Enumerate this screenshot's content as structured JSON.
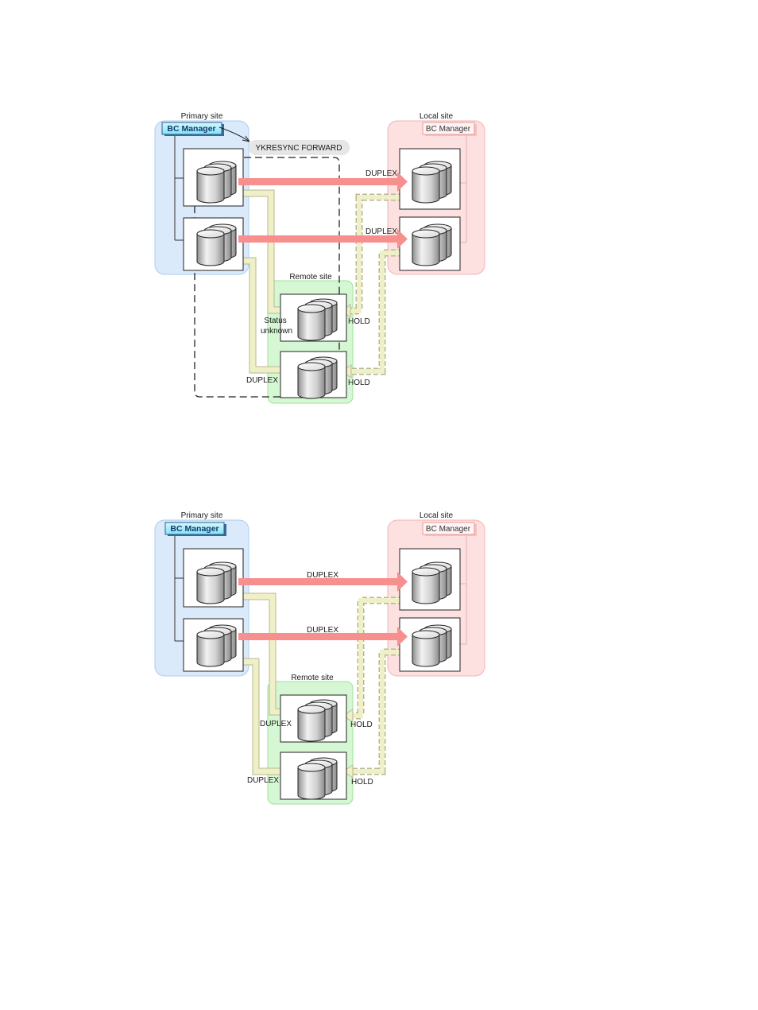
{
  "colors": {
    "primary_site_fill": "#dbeafb",
    "primary_site_stroke": "#a8cdf0",
    "local_site_fill": "#fde0e0",
    "local_site_stroke": "#f3b4b4",
    "remote_site_fill": "#d6f7d3",
    "remote_site_stroke": "#9fe09a",
    "primary_bc_fill": "#aaf0ff",
    "local_bc_fill": "#fff4f4",
    "duplex_arrow": "#f78f8f",
    "hold_arrow": "#f0f0c8",
    "hold_arrow_edge": "#b8b890",
    "status_badge": "#e6e6e6"
  },
  "diagrams": [
    {
      "primary_site": {
        "label": "Primary site",
        "bc_manager": "BC Manager"
      },
      "local_site": {
        "label": "Local site",
        "bc_manager": "BC Manager"
      },
      "remote_site": {
        "label": "Remote site"
      },
      "command_badge": "YKRESYNC FORWARD",
      "top_duplex_label": "DUPLEX",
      "bottom_duplex_label": "DUPLEX",
      "remote_top_left_label": "Status unknown",
      "remote_top_left_lines": [
        "Status",
        "unknown"
      ],
      "remote_top_hold_label": "HOLD",
      "remote_bottom_left_label": "DUPLEX",
      "remote_bottom_hold_label": "HOLD"
    },
    {
      "primary_site": {
        "label": "Primary site",
        "bc_manager": "BC Manager"
      },
      "local_site": {
        "label": "Local site",
        "bc_manager": "BC Manager"
      },
      "remote_site": {
        "label": "Remote site"
      },
      "top_duplex_label": "DUPLEX",
      "bottom_duplex_label": "DUPLEX",
      "remote_top_left_label": "DUPLEX",
      "remote_top_hold_label": "HOLD",
      "remote_bottom_left_label": "DUPLEX",
      "remote_bottom_hold_label": "HOLD"
    }
  ]
}
